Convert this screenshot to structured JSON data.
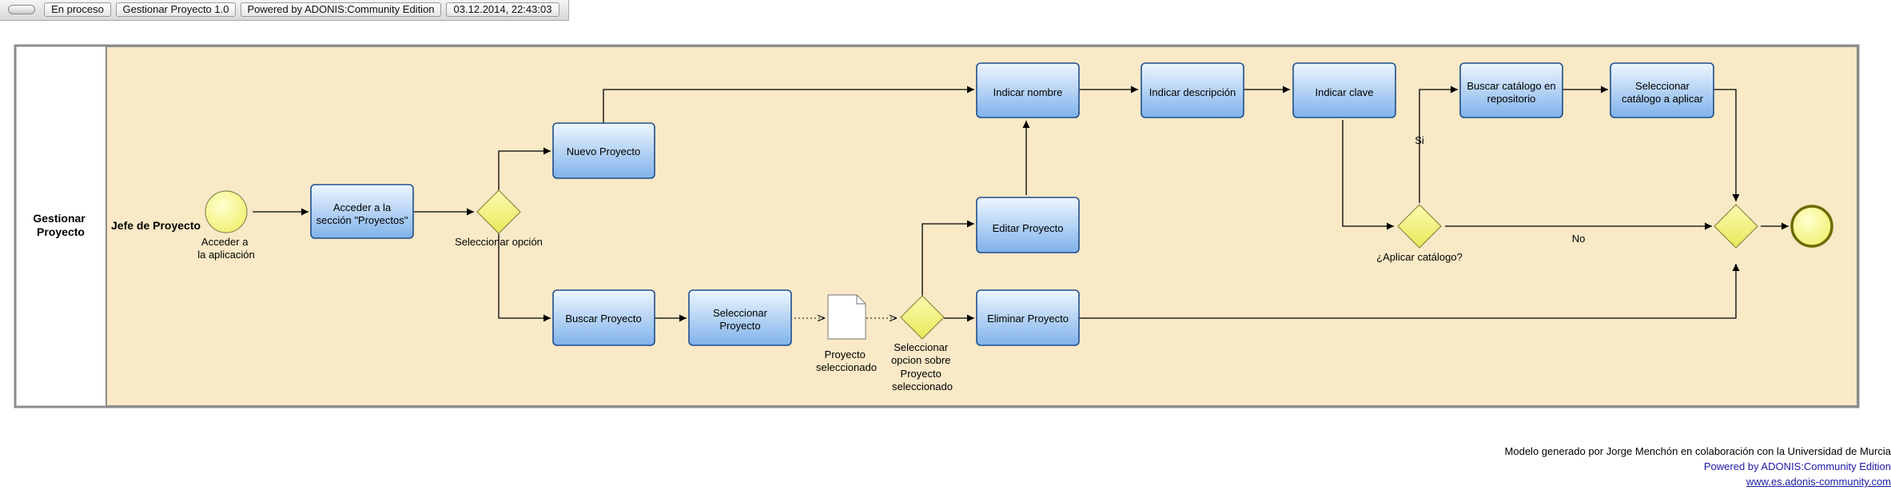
{
  "toolbar": {
    "status": "En proceso",
    "model_name": "Gestionar Proyecto 1.0",
    "powered_by": "Powered by ADONIS:Community Edition",
    "timestamp": "03.12.2014, 22:43:03"
  },
  "pool": {
    "label_line1": "Gestionar",
    "label_line2": "Proyecto",
    "lane_label": "Jefe de Proyecto"
  },
  "events": {
    "start_label_line1": "Acceder a",
    "start_label_line2": "la aplicación"
  },
  "tasks": {
    "acceder_line1": "Acceder a la",
    "acceder_line2": "sección \"Proyectos\"",
    "nuevo": "Nuevo Proyecto",
    "buscar": "Buscar Proyecto",
    "seleccionar_line1": "Seleccionar",
    "seleccionar_line2": "Proyecto",
    "indicar_nombre": "Indicar nombre",
    "indicar_descripcion": "Indicar descripción",
    "indicar_clave": "Indicar clave",
    "buscar_catalogo_line1": "Buscar catálogo en",
    "buscar_catalogo_line2": "repositorio",
    "seleccionar_catalogo_line1": "Seleccionar",
    "seleccionar_catalogo_line2": "catálogo a aplicar",
    "editar": "Editar Proyecto",
    "eliminar": "Eliminar Proyecto"
  },
  "gateways": {
    "seleccionar_opcion": "Seleccionar opción",
    "sobre_line1": "Seleccionar",
    "sobre_line2": "opcion sobre",
    "sobre_line3": "Proyecto",
    "sobre_line4": "seleccionado",
    "aplicar_catalogo": "¿Aplicar catálogo?",
    "si": "Si",
    "no": "No"
  },
  "data_object": {
    "label_line1": "Proyecto",
    "label_line2": "seleccionado"
  },
  "footer": {
    "line1": "Modelo generado por Jorge Menchón en colaboración con la Universidad de Murcia",
    "line2": "Powered by ADONIS:Community Edition",
    "line3": "www.es.adonis-community.com"
  },
  "colors": {
    "lane_fill": "#f9e9c7",
    "task_fill_top": "#e9f3ff",
    "task_fill_bottom": "#7fb2ea",
    "task_border": "#1f4e8c",
    "gateway_fill": "#f3f38a",
    "start_fill": "#ffff99",
    "link": "#1a1aa6"
  }
}
